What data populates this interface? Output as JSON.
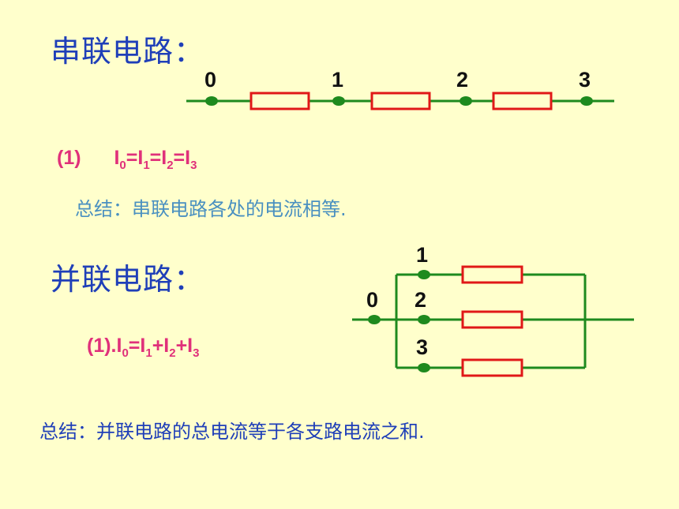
{
  "series": {
    "heading": "串联电路：",
    "nodes": [
      "0",
      "1",
      "2",
      "3"
    ],
    "formula": {
      "num": "(1)",
      "parts": [
        {
          "t": "I",
          "s": "0"
        },
        {
          "t": "=I",
          "s": "1"
        },
        {
          "t": "=I",
          "s": "2"
        },
        {
          "t": "=I",
          "s": "3"
        }
      ]
    },
    "summary": "总结：串联电路各处的电流相等."
  },
  "parallel": {
    "heading": "并联电路：",
    "nodes": [
      "0",
      "1",
      "2",
      "3"
    ],
    "formula": {
      "prefix": "(1).",
      "parts": [
        {
          "t": "I",
          "s": "0"
        },
        {
          "t": "=I",
          "s": "1"
        },
        {
          "t": "+I",
          "s": "2"
        },
        {
          "t": "+I",
          "s": "3"
        }
      ]
    },
    "summary": "总结：并联电路的总电流等于各支路电流之和."
  },
  "colors": {
    "background": "#FFFFCC",
    "wire": "#1E8A1E",
    "node": "#1E8A1E",
    "resistor": "#E01818",
    "heading": "#1F3FB8",
    "formula": "#E0307A"
  }
}
